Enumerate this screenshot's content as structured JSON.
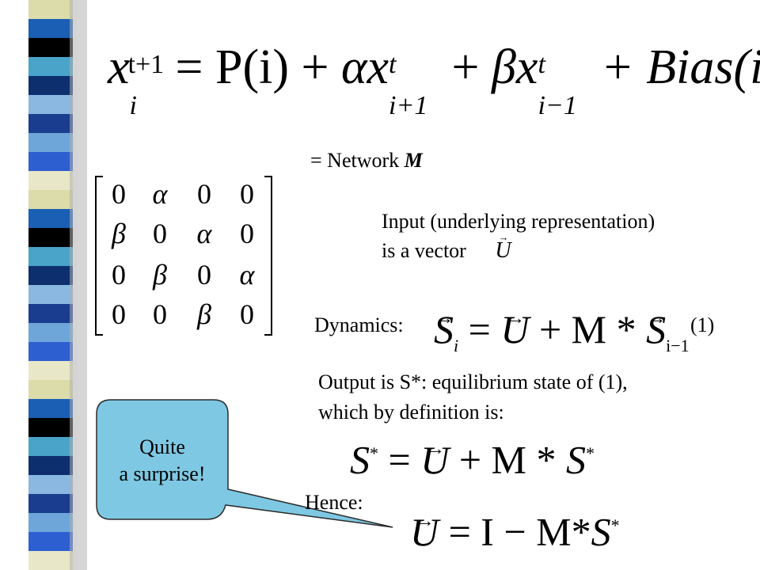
{
  "slide": {
    "colors": {
      "strip": [
        "#1a5fb4",
        "#0d2f6e",
        "#6fa6d9",
        "#dcdcaa",
        "#4aa3c8",
        "#1a3d8f",
        "#e8e8c8",
        "#000000",
        "#8ab8e0",
        "#2e5fd0"
      ]
    },
    "equation_top": {
      "lhs_base": "x",
      "lhs_sup": "t+1",
      "lhs_sub": "i",
      "t1": "= P(i) + ",
      "alpha": "α",
      "x1_base": "x",
      "x1_sup": "t",
      "x1_sub": "i+1",
      "t2": " + ",
      "beta": "β",
      "x2_base": "x",
      "x2_sup": "t",
      "x2_sub": "i−1",
      "t3": " + Bias(i)"
    },
    "network_label": "=  Network ",
    "network_symbol": "M",
    "matrix": [
      [
        "0",
        "α",
        "0",
        "0"
      ],
      [
        "β",
        "0",
        "α",
        "0"
      ],
      [
        "0",
        "β",
        "0",
        "α"
      ],
      [
        "0",
        "0",
        "β",
        "0"
      ]
    ],
    "input_line1": "Input (underlying representation)",
    "input_line2": "is a vector",
    "input_vector": "U",
    "dynamics_label": "Dynamics:",
    "dynamics_eq": {
      "s": "S",
      "s_sub": "i",
      "mid": " = ",
      "u": "U",
      "plus": " + M * ",
      "s2": "S",
      "s2_sub": "i−1"
    },
    "dynamics_number": "(1)",
    "output_line1": "Output is S*: equilibrium state of (1),",
    "output_line2": "which by definition is:",
    "eq_fixed": {
      "s": "S",
      "s_sup": "*",
      "mid": " = ",
      "u": "U",
      "plus": " + M * ",
      "s2": "S",
      "s2_sup": "*"
    },
    "hence_label": "Hence:",
    "eq_hence": {
      "u": "U",
      "rest": " = I − M*",
      "s": "S",
      "s_sup": "*"
    },
    "callout_line1": "Quite",
    "callout_line2": "a surprise!"
  }
}
